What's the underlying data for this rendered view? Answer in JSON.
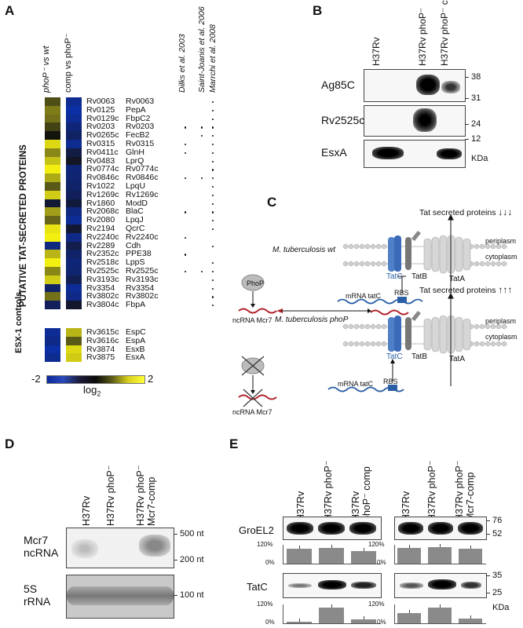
{
  "panels": {
    "A": "A",
    "B": "B",
    "C": "C",
    "D": "D",
    "E": "E"
  },
  "panelA": {
    "col_headers": [
      "phoP⁻ vs wt",
      "comp vs phoP⁻"
    ],
    "ref_headers": [
      "Dilks et al. 2003",
      "Saint-Joanis et al. 2006",
      "Marrchi et al. 2008"
    ],
    "group_tat": "PUTATIVE TAT-SECRETED PROTEINS",
    "group_esx": "ESX-1 controls",
    "scale_min": "-2",
    "scale_max": "2",
    "scale_label": "log",
    "scale_sub": "2",
    "tat_rows": [
      {
        "rv": "Rv0063",
        "name": "Rv0063",
        "c1": 0.5,
        "c2": -1.5,
        "refs": [
          0,
          0,
          1
        ]
      },
      {
        "rv": "Rv0125",
        "name": "PepA",
        "c1": 0.9,
        "c2": -1.8,
        "refs": [
          0,
          0,
          1
        ]
      },
      {
        "rv": "Rv0129c",
        "name": "FbpC2",
        "c1": 0.8,
        "c2": -1.6,
        "refs": [
          0,
          0,
          1
        ]
      },
      {
        "rv": "Rv0203",
        "name": "Rv0203",
        "c1": 0.4,
        "c2": -1.2,
        "refs": [
          1,
          1,
          1
        ]
      },
      {
        "rv": "Rv0265c",
        "name": "FecB2",
        "c1": 0.0,
        "c2": -0.9,
        "refs": [
          0,
          1,
          1
        ]
      },
      {
        "rv": "Rv0315",
        "name": "Rv0315",
        "c1": 1.7,
        "c2": -1.5,
        "refs": [
          1,
          0,
          1
        ]
      },
      {
        "rv": "Rv0411c",
        "name": "GlnH",
        "c1": 1.0,
        "c2": -0.5,
        "refs": [
          1,
          0,
          1
        ]
      },
      {
        "rv": "Rv0483",
        "name": "LprQ",
        "c1": 1.5,
        "c2": -0.1,
        "refs": [
          0,
          0,
          1
        ]
      },
      {
        "rv": "Rv0774c",
        "name": "Rv0774c",
        "c1": 1.9,
        "c2": -1.2,
        "refs": [
          0,
          0,
          1
        ]
      },
      {
        "rv": "Rv0846c",
        "name": "Rv0846c",
        "c1": 1.3,
        "c2": -1.1,
        "refs": [
          1,
          1,
          1
        ]
      },
      {
        "rv": "Rv1022",
        "name": "LpqU",
        "c1": 0.6,
        "c2": -1.0,
        "refs": [
          0,
          0,
          1
        ]
      },
      {
        "rv": "Rv1269c",
        "name": "Rv1269c",
        "c1": 1.6,
        "c2": -0.8,
        "refs": [
          0,
          0,
          1
        ]
      },
      {
        "rv": "Rv1860",
        "name": "ModD",
        "c1": -0.3,
        "c2": -0.4,
        "refs": [
          0,
          0,
          1
        ]
      },
      {
        "rv": "Rv2068c",
        "name": "BlaC",
        "c1": 1.2,
        "c2": -1.3,
        "refs": [
          1,
          0,
          1
        ]
      },
      {
        "rv": "Rv2080",
        "name": "LpqJ",
        "c1": 0.7,
        "c2": -1.6,
        "refs": [
          0,
          0,
          1
        ]
      },
      {
        "rv": "Rv2194",
        "name": "QcrC",
        "c1": 1.8,
        "c2": -0.3,
        "refs": [
          0,
          0,
          1
        ]
      },
      {
        "rv": "Rv2240c",
        "name": "Rv2240c",
        "c1": 1.9,
        "c2": -1.4,
        "refs": [
          1,
          0,
          0
        ]
      },
      {
        "rv": "Rv2289",
        "name": "Cdh",
        "c1": -1.3,
        "c2": -0.6,
        "refs": [
          0,
          0,
          1
        ]
      },
      {
        "rv": "Rv2352c",
        "name": "PPE38",
        "c1": 1.4,
        "c2": -1.0,
        "refs": [
          1,
          0,
          0
        ]
      },
      {
        "rv": "Rv2518c",
        "name": "LppS",
        "c1": 1.9,
        "c2": -1.2,
        "refs": [
          0,
          0,
          1
        ]
      },
      {
        "rv": "Rv2525c",
        "name": "Rv2525c",
        "c1": 1.0,
        "c2": -1.1,
        "refs": [
          1,
          1,
          1
        ]
      },
      {
        "rv": "Rv3193c",
        "name": "Rv3193c",
        "c1": 1.6,
        "c2": -0.7,
        "refs": [
          0,
          0,
          1
        ]
      },
      {
        "rv": "Rv3354",
        "name": "Rv3354",
        "c1": -1.0,
        "c2": -1.6,
        "refs": [
          0,
          0,
          1
        ]
      },
      {
        "rv": "Rv3802c",
        "name": "Rv3802c",
        "c1": 0.8,
        "c2": -1.4,
        "refs": [
          0,
          0,
          1
        ]
      },
      {
        "rv": "Rv3804c",
        "name": "FbpA",
        "c1": -0.8,
        "c2": -0.2,
        "refs": [
          0,
          0,
          1
        ]
      }
    ],
    "esx_rows": [
      {
        "rv": "Rv3615c",
        "name": "EspC",
        "c1": -1.6,
        "c2": 1.4,
        "refs": [
          0,
          0,
          0
        ]
      },
      {
        "rv": "Rv3616c",
        "name": "EspA",
        "c1": -1.4,
        "c2": 0.6,
        "refs": [
          0,
          0,
          0
        ]
      },
      {
        "rv": "Rv3874",
        "name": "EsxB",
        "c1": -1.8,
        "c2": 1.7,
        "refs": [
          0,
          0,
          0
        ]
      },
      {
        "rv": "Rv3875",
        "name": "EsxA",
        "c1": -1.5,
        "c2": 1.6,
        "refs": [
          0,
          0,
          0
        ]
      }
    ]
  },
  "panelB": {
    "lanes": [
      "H37Rv",
      "H37Rv phoP⁻",
      "H37Rv phoP⁻ comp"
    ],
    "blots": [
      "Ag85C",
      "Rv2525c",
      "EsxA"
    ],
    "markers": [
      "38",
      "31",
      "24",
      "12"
    ],
    "unit": "KDa"
  },
  "panelC": {
    "title_wt": "M. tuberculosis wt",
    "title_mut": "M. tuberculosis phoP",
    "tat_secreted": "Tat secreted proteins",
    "periplasm": "periplasm",
    "cytoplasm": "cytoplasm",
    "phop": "PhoP",
    "mrna": "mRNA tatC",
    "ncrna": "ncRNA Mcr7",
    "rbs": "RBS",
    "tatc": "TatC",
    "tatb": "TatB",
    "tata": "TatA"
  },
  "panelD": {
    "lanes": [
      "H37Rv",
      "H37Rv phoP⁻",
      "H37Rv phoP⁻ Mcr7-comp"
    ],
    "blot1": "Mcr7 ncRNA",
    "blot2": "5S rRNA",
    "markers": [
      "500 nt",
      "200 nt",
      "100 nt"
    ]
  },
  "panelE": {
    "lanes_left": [
      "H37Rv",
      "H37Rv phoP⁻",
      "H37Rv phoP⁻ comp"
    ],
    "lanes_right": [
      "H37Rv",
      "H37Rv phoP⁻",
      "H37Rv phoP⁻ Mcr7-comp"
    ],
    "groel": "GroEL2",
    "tatc": "TatC",
    "markers_top": [
      "76",
      "52"
    ],
    "markers_bot": [
      "35",
      "25"
    ],
    "unit": "KDa",
    "ytick_hi": "120%",
    "ytick_lo": "0%",
    "groel_left": [
      0.95,
      1.0,
      0.8
    ],
    "groel_right": [
      1.0,
      1.05,
      0.95
    ],
    "tatc_left": [
      0.1,
      1.0,
      0.25
    ],
    "tatc_right": [
      0.65,
      1.0,
      0.3
    ]
  }
}
